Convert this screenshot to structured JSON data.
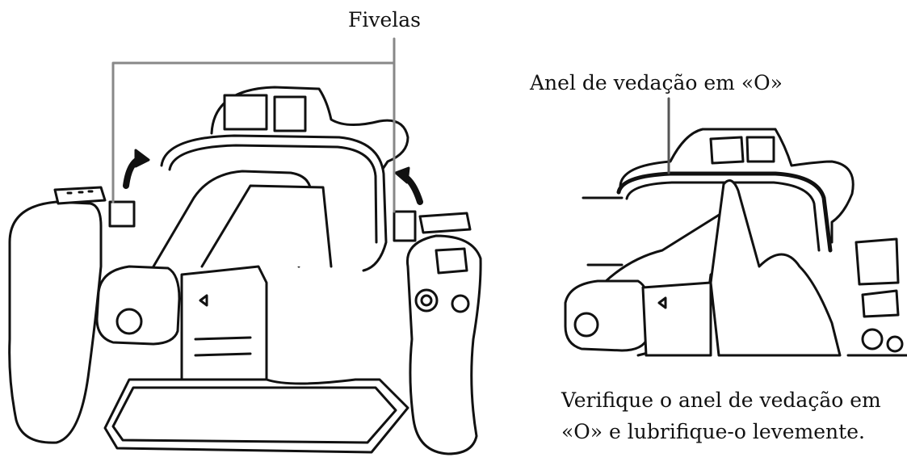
{
  "labels": {
    "buckles": "Fivelas",
    "o_ring": "Anel de vedação em «O»",
    "caption_line1": "Verifique o anel de vedação em",
    "caption_line2": "«O» e lubrifique-o levemente."
  },
  "colors": {
    "line": "#111111",
    "leader": "#888888",
    "fill": "#ffffff",
    "shade": "#dddddd"
  }
}
